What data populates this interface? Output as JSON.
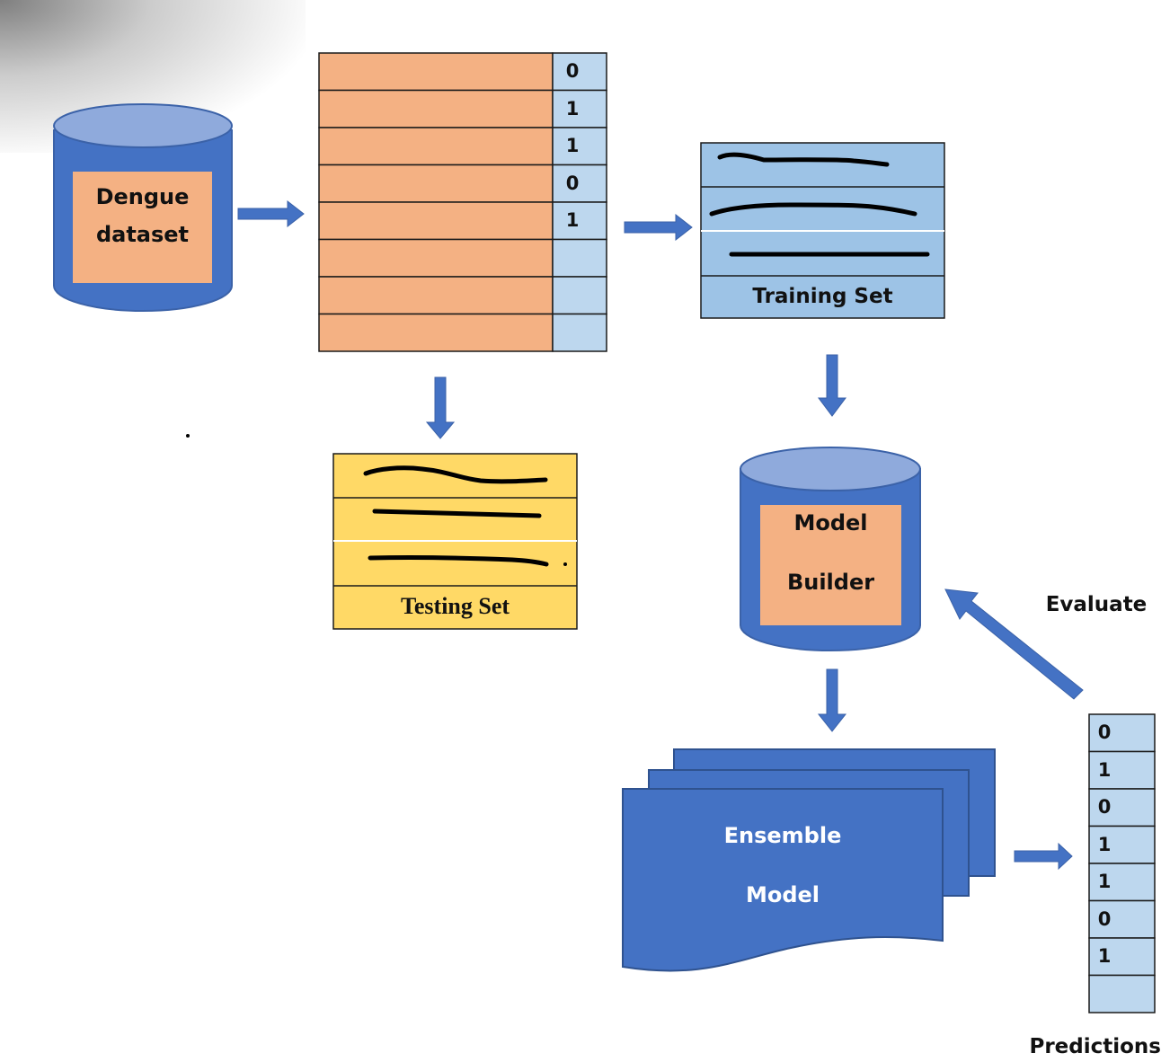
{
  "colors": {
    "blue_dark": "#4472c4",
    "blue_top": "#8faadc",
    "blue_light": "#bdd7ee",
    "training_blue": "#9dc3e6",
    "orange": "#f4b183",
    "yellow": "#ffd966",
    "outline": "#1a1a1a"
  },
  "dataset": {
    "line1": "Dengue",
    "line2": "dataset"
  },
  "data_table": {
    "labels": [
      "0",
      "1",
      "1",
      "0",
      "1",
      "",
      "",
      ""
    ]
  },
  "training_set": {
    "label": "Training Set"
  },
  "testing_set": {
    "label": "Testing Set"
  },
  "model_builder": {
    "line1": "Model",
    "line2": "Builder"
  },
  "ensemble": {
    "line1": "Ensemble",
    "line2": "Model"
  },
  "evaluate": {
    "label": "Evaluate"
  },
  "predictions": {
    "label": "Predictions",
    "values": [
      "0",
      "1",
      "0",
      "1",
      "1",
      "0",
      "1",
      ""
    ]
  }
}
